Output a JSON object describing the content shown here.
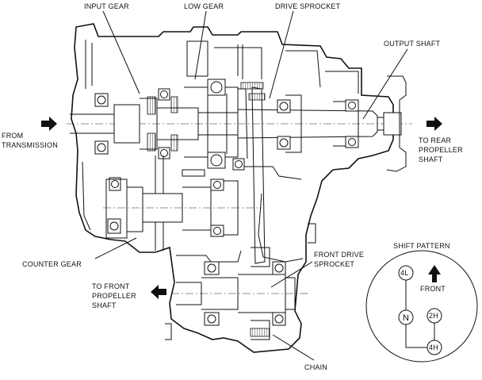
{
  "labels": {
    "input_gear": "INPUT GEAR",
    "low_gear": "LOW GEAR",
    "drive_sprocket": "DRIVE SPROCKET",
    "output_shaft": "OUTPUT SHAFT",
    "from_transmission_1": "FROM",
    "from_transmission_2": "TRANSMISSION",
    "to_rear_1": "TO REAR",
    "to_rear_2": "PROPELLER",
    "to_rear_3": "SHAFT",
    "counter_gear": "COUNTER GEAR",
    "to_front_1": "TO FRONT",
    "to_front_2": "PROPELLER",
    "to_front_3": "SHAFT",
    "front_drive_1": "FRONT  DRIVE",
    "front_drive_2": "SPROCKET",
    "chain": "CHAIN"
  },
  "shift_pattern": {
    "title": "SHIFT PATTERN",
    "front_label": "FRONT",
    "positions": [
      "4L",
      "N",
      "2H",
      "4H"
    ]
  }
}
